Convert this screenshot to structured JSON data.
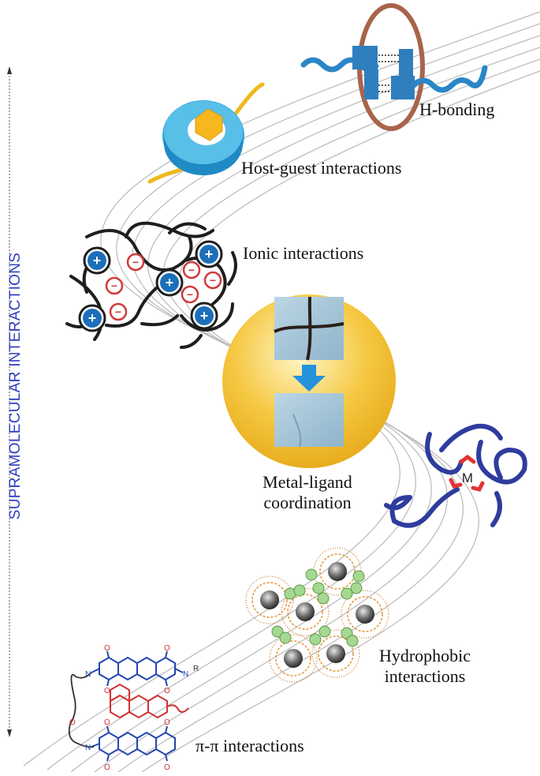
{
  "axis": {
    "title": "SUPRAMOLECULAR INTERACTIONS",
    "title_color": "#2f3fbf"
  },
  "labels": {
    "h_bonding": "H-bonding",
    "host_guest": "Host-guest interactions",
    "ionic": "Ionic interactions",
    "metal_ligand_line1": "Metal-ligand",
    "metal_ligand_line2": "coordination",
    "hydrophobic_line1": "Hydrophobic",
    "hydrophobic_line2": "interactions",
    "pi_pi": "π-π interactions"
  },
  "ionic_diagram": {
    "plus_symbol": "+",
    "minus_symbol": "−"
  },
  "metal_ligand_diagram": {
    "metal_symbol": "M"
  },
  "pi_diagram": {
    "oxygen": "O",
    "nitrogen": "N",
    "r_group": "R"
  },
  "colors": {
    "curve": "#b9b9b9",
    "cation_blue": "#1c6fb8",
    "anion_red": "#d23a3a",
    "gold_circle": "#f5c842",
    "polymer_blue": "#2e3c9e",
    "ligand_red": "#e23434",
    "host_ring_blue": "#36a7dc",
    "hbond_blue": "#2a86c7",
    "copper_ring": "#a8644a",
    "pi_blue": "#2346b0",
    "pi_red": "#d23232"
  }
}
